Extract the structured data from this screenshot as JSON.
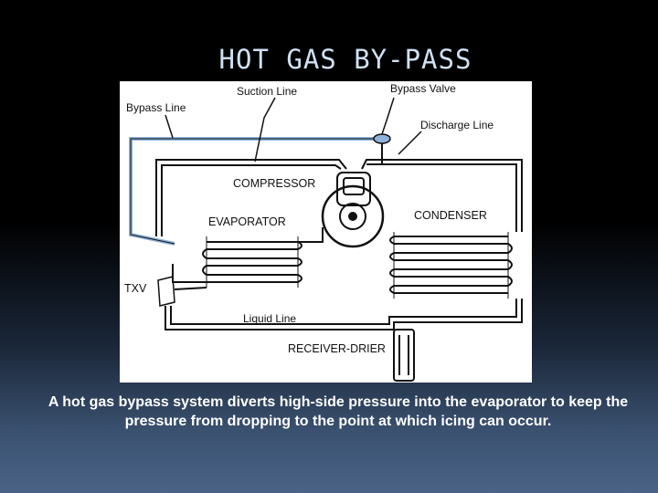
{
  "slide": {
    "title": "HOT GAS BY-PASS",
    "caption": "A hot gas bypass system diverts high-side pressure into the evaporator to keep the pressure from dropping to the point at which icing can occur."
  },
  "diagram": {
    "labels": {
      "suction_line": "Suction Line",
      "bypass_valve": "Bypass Valve",
      "bypass_line": "Bypass Line",
      "discharge_line": "Discharge Line",
      "compressor": "COMPRESSOR",
      "evaporator": "EVAPORATOR",
      "condenser": "CONDENSER",
      "txv": "TXV",
      "liquid_line": "Liquid Line",
      "receiver_drier": "RECEIVER-DRIER"
    },
    "colors": {
      "background": "#ffffff",
      "line": "#111111",
      "bypass_highlight": "#8fb3d9"
    }
  }
}
